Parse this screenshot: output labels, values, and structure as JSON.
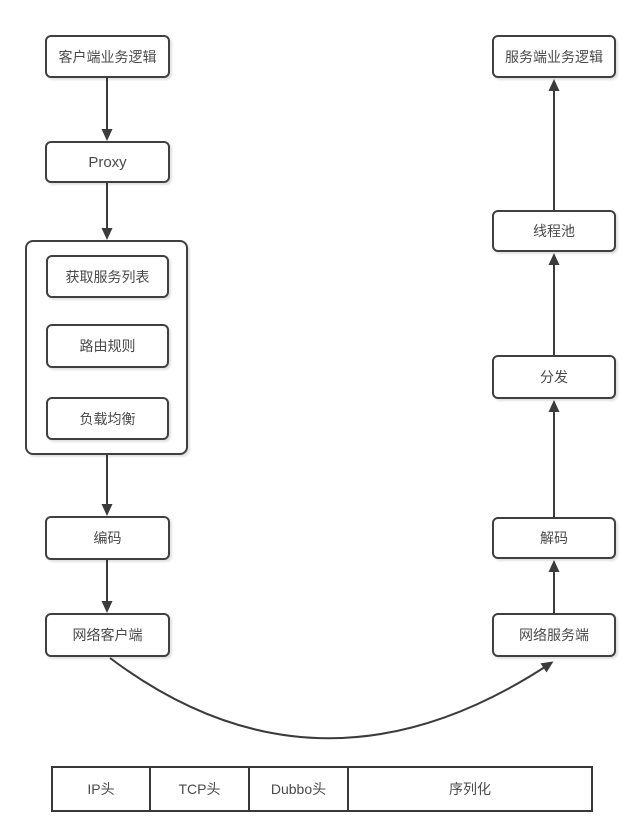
{
  "diagram": {
    "nodes": {
      "client_logic": "客户端业务逻辑",
      "proxy": "Proxy",
      "get_service_list": "获取服务列表",
      "routing_rules": "路由规则",
      "load_balance": "负载均衡",
      "encode": "编码",
      "network_client": "网络客户端",
      "network_server": "网络服务端",
      "decode": "解码",
      "dispatch": "分发",
      "thread_pool": "线程池",
      "server_logic": "服务端业务逻辑"
    },
    "packet_table": {
      "cells": [
        "IP头",
        "TCP头",
        "Dubbo头",
        "序列化"
      ]
    },
    "colors": {
      "border": "#404040",
      "arrow": "#3b3b3b",
      "text": "#4a4a4a",
      "background": "#ffffff"
    }
  }
}
